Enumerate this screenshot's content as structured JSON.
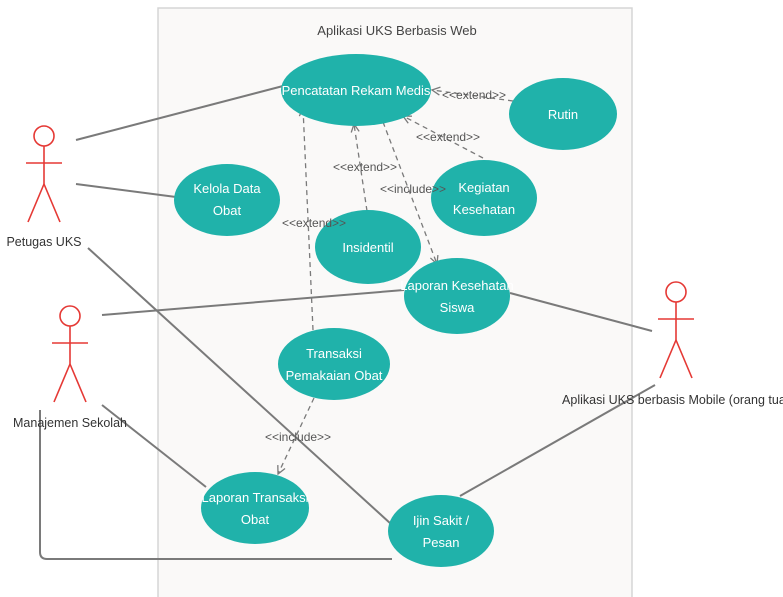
{
  "system": {
    "title": "Aplikasi  UKS Berbasis Web"
  },
  "colors": {
    "usecase_fill": "#20b2aa",
    "actor_stroke": "#e53935",
    "association": "#7a7a7a",
    "dependency": "#7a7a7a",
    "boundary_fill": "#faf9f8",
    "boundary_stroke": "#d5d5d5"
  },
  "actors": {
    "petugas": "Petugas UKS",
    "manajemen": "Manajemen Sekolah",
    "mobile": "Aplikasi UKS berbasis Mobile (orang tua)"
  },
  "use_cases": {
    "rekam_medis": "Pencatatan Rekam Medis",
    "rutin": "Rutin",
    "kelola_obat": [
      "Kelola Data",
      "Obat"
    ],
    "kegiatan": [
      "Kegiatan",
      "Kesehatan"
    ],
    "insidentil": "Insidentil",
    "laporan_kesehatan": [
      "Laporan Kesehatan",
      "Siswa"
    ],
    "transaksi_obat": [
      "Transaksi",
      "Pemakaian Obat"
    ],
    "laporan_transaksi": [
      "Laporan Transaksi",
      "Obat"
    ],
    "ijin_sakit": [
      "Ijin Sakit /",
      "Pesan"
    ]
  },
  "relations": {
    "extend_rutin": "<<extend>>",
    "extend_kegiatan": "<<extend>>",
    "extend_insidentil": "<<extend>>",
    "include_laporan": "<<include>>",
    "extend_transaksi": "<<extend>>",
    "include_transaksi": "<<include>>"
  }
}
